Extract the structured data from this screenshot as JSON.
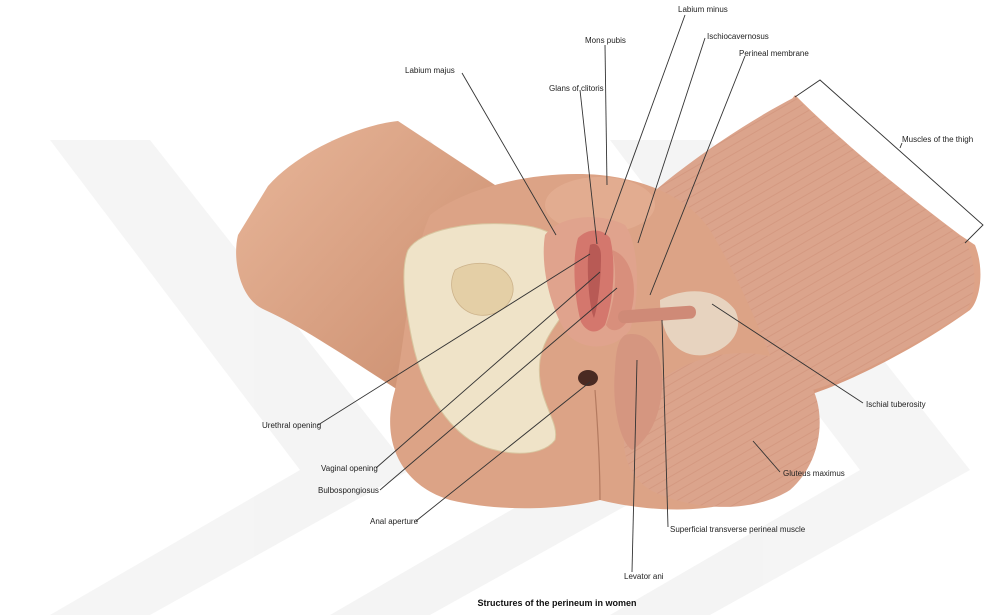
{
  "caption": "Structures of the perineum in women",
  "labels": {
    "labium_minus": "Labium minus",
    "mons_pubis": "Mons pubis",
    "ischiocavernosus": "Ischiocavernosus",
    "perineal_membrane": "Perineal membrane",
    "labium_majus": "Labium majus",
    "glans_of_clitoris": "Glans of clitoris",
    "muscles_of_the_thigh": "Muscles of the thigh",
    "ischial_tuberosity": "Ischial tuberosity",
    "urethral_opening": "Urethral opening",
    "vaginal_opening": "Vaginal opening",
    "bulbospongiosus": "Bulbospongiosus",
    "anal_aperture": "Anal aperture",
    "gluteus_maximus": "Gluteus maximus",
    "superficial_transverse_perineal_muscle": "Superficial transverse perineal muscle",
    "levator_ani": "Levator ani"
  },
  "colors": {
    "skin": "#dca386",
    "skin_dark": "#c98c6e",
    "muscle": "#d9a08a",
    "muscle_line": "#c98a72",
    "bone": "#efe3c8",
    "labia": "#d98a7e",
    "watermark": "#ececec"
  }
}
